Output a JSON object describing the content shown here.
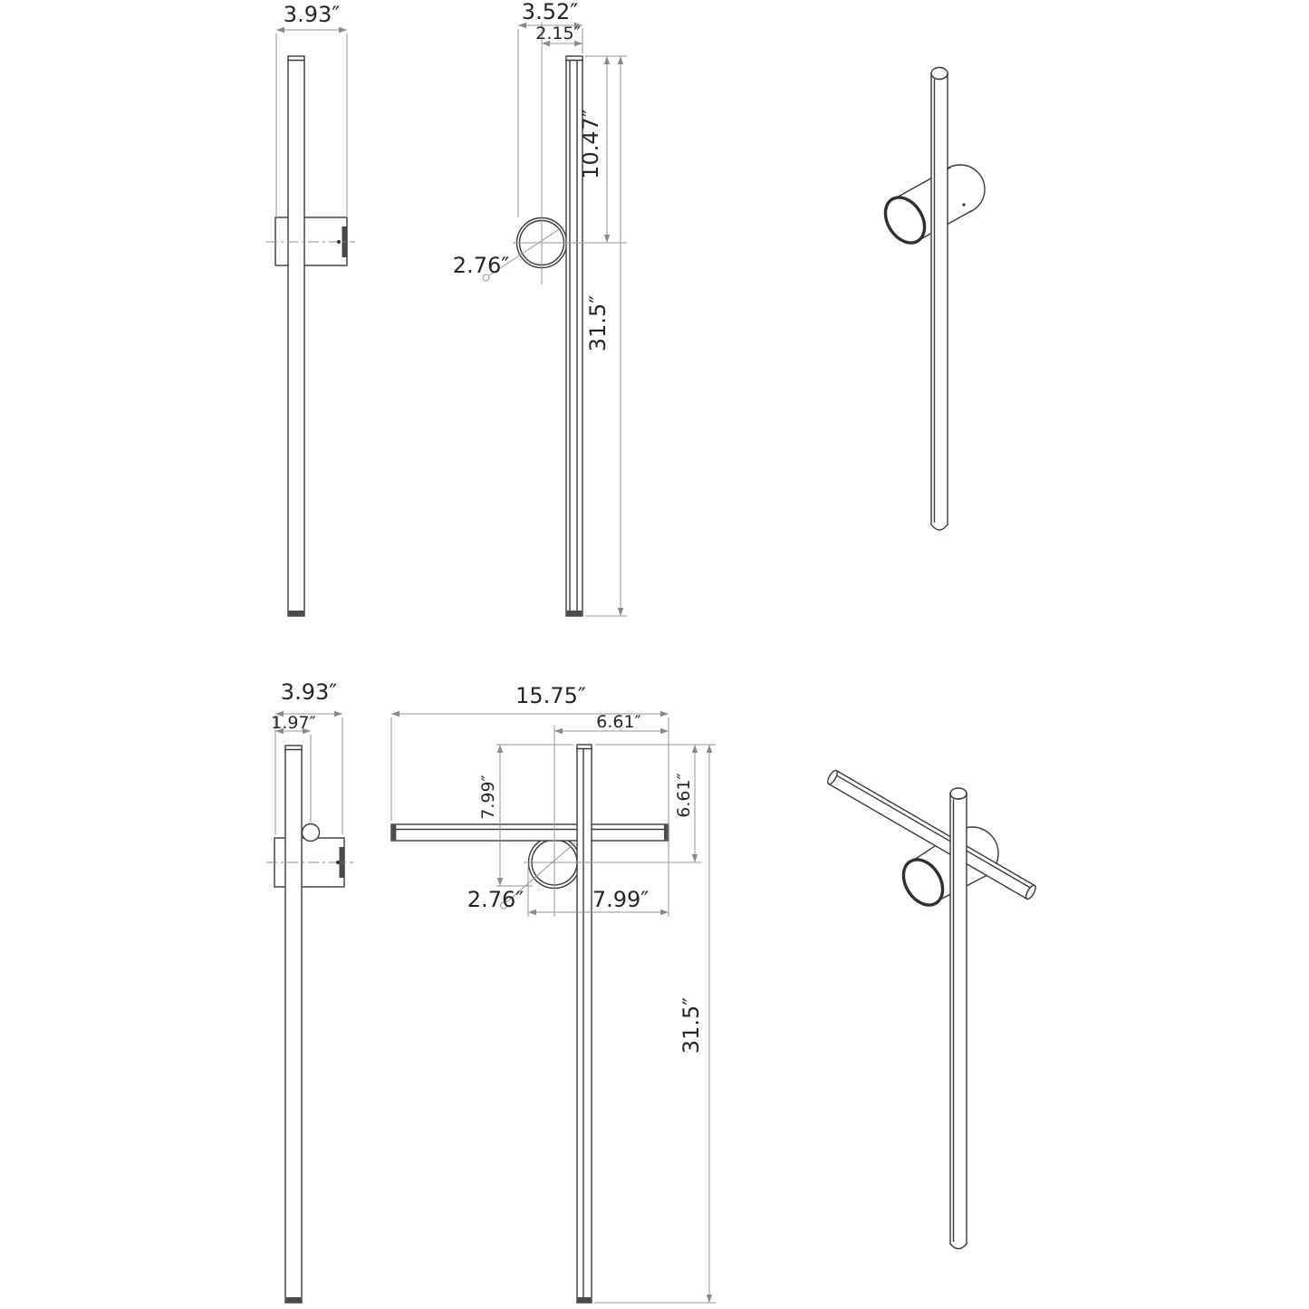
{
  "drawing": {
    "background": "#ffffff",
    "geometry_color": "#3b3b3b",
    "dimension_color": "#949494",
    "views": {
      "top_side": {
        "width": "3.93″"
      },
      "top_front": {
        "depth": "3.52″",
        "canopy_offset": "2.15″",
        "top_to_canopy": "10.47″",
        "length": "31.5″",
        "canopy_diameter": "2.76″"
      },
      "bottom_side": {
        "width": "3.93″",
        "bar_offset": "1.97″"
      },
      "bottom_front": {
        "width_total": "15.75″",
        "center_to_right": "6.61″",
        "top_to_canopy_bottom": "7.99″",
        "top_to_center": "6.61″",
        "canopy_diameter": "2.76″",
        "canopy_to_right": "7.99″",
        "length": "31.5″"
      }
    }
  }
}
